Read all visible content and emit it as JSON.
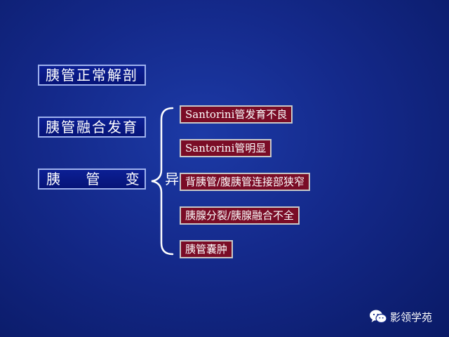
{
  "left_boxes": [
    {
      "label": "胰管正常解剖"
    },
    {
      "label": "胰管融合发育"
    },
    {
      "label": "胰 管 变 异"
    }
  ],
  "right_boxes": [
    {
      "label": "Santorini管发育不良"
    },
    {
      "label": "Santorini管明显"
    },
    {
      "label": "背胰管/腹胰管连接部狭窄"
    },
    {
      "label": "胰腺分裂/胰腺融合不全"
    },
    {
      "label": "胰管囊肿"
    }
  ],
  "watermark": {
    "icon": "wechat-icon",
    "text": "影领学苑"
  },
  "colors": {
    "background": "#14298a",
    "left_box_bg": "#061478",
    "left_box_border": "#9fb2ee",
    "right_box_bg": "#7a0c26",
    "right_box_border": "#c8c8c8",
    "brace": "#ffffff"
  }
}
